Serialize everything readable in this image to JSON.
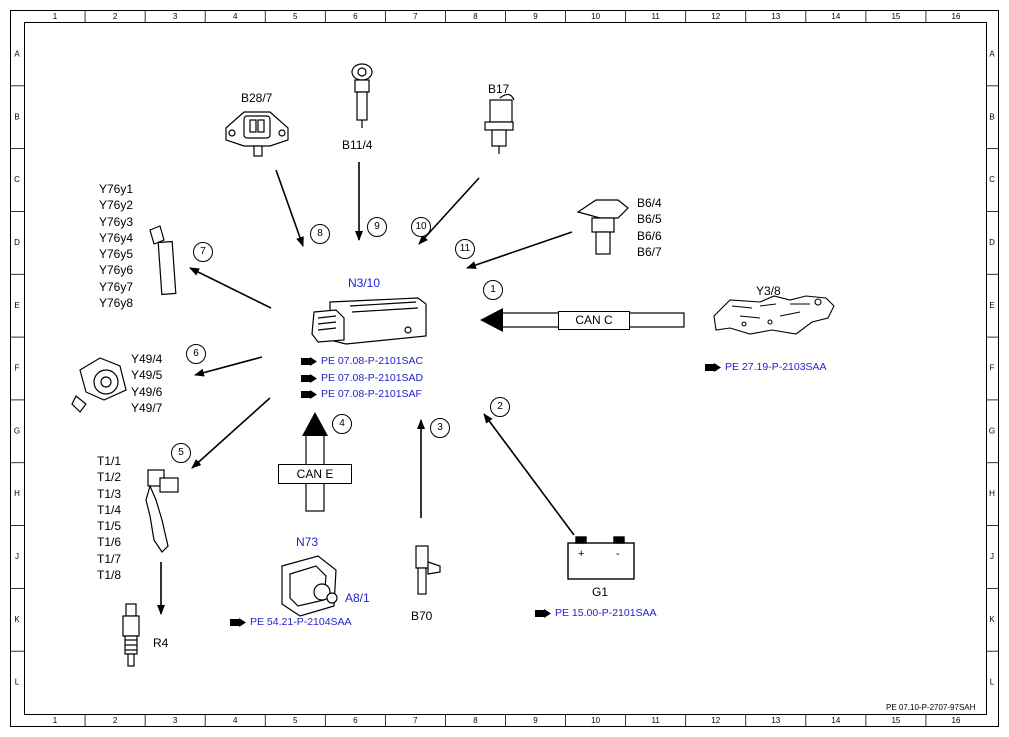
{
  "grid": {
    "columns": [
      "1",
      "2",
      "3",
      "4",
      "5",
      "6",
      "7",
      "8",
      "9",
      "10",
      "11",
      "12",
      "13",
      "14",
      "15",
      "16"
    ],
    "rows": [
      "A",
      "B",
      "C",
      "D",
      "E",
      "F",
      "G",
      "H",
      "J",
      "K",
      "L"
    ]
  },
  "components": {
    "n3_10": {
      "label": "N3/10"
    },
    "b28_7": {
      "label": "B28/7"
    },
    "b11_4": {
      "label": "B11/4"
    },
    "b17": {
      "label": "B17"
    },
    "b6": {
      "labels": [
        "B6/4",
        "B6/5",
        "B6/6",
        "B6/7"
      ]
    },
    "y76": {
      "labels": [
        "Y76y1",
        "Y76y2",
        "Y76y3",
        "Y76y4",
        "Y76y5",
        "Y76y6",
        "Y76y7",
        "Y76y8"
      ]
    },
    "y49": {
      "labels": [
        "Y49/4",
        "Y49/5",
        "Y49/6",
        "Y49/7"
      ]
    },
    "t1": {
      "labels": [
        "T1/1",
        "T1/2",
        "T1/3",
        "T1/4",
        "T1/5",
        "T1/6",
        "T1/7",
        "T1/8"
      ]
    },
    "r4": {
      "label": "R4"
    },
    "n73": {
      "label": "N73"
    },
    "a8_1": {
      "label": "A8/1"
    },
    "b70": {
      "label": "B70"
    },
    "g1": {
      "label": "G1",
      "plus": "+",
      "minus": "-"
    },
    "y3_8": {
      "label": "Y3/8"
    }
  },
  "buses": {
    "can_c": "CAN C",
    "can_e": "CAN E"
  },
  "references": {
    "n3_10_refs": [
      "PE 07.08-P-2101SAC",
      "PE 07.08-P-2101SAD",
      "PE 07.08-P-2101SAF"
    ],
    "y3_8_ref": "PE 27.19-P-2103SAA",
    "n73_ref": "PE 54.21-P-2104SAA",
    "g1_ref": "PE 15.00-P-2101SAA"
  },
  "callouts": [
    "1",
    "2",
    "3",
    "4",
    "5",
    "6",
    "7",
    "8",
    "9",
    "10",
    "11"
  ],
  "footer": {
    "doc_id": "PE 07.10-P-2707-97SAH"
  },
  "colors": {
    "accent_blue": "#2222cc",
    "line": "#000000"
  }
}
